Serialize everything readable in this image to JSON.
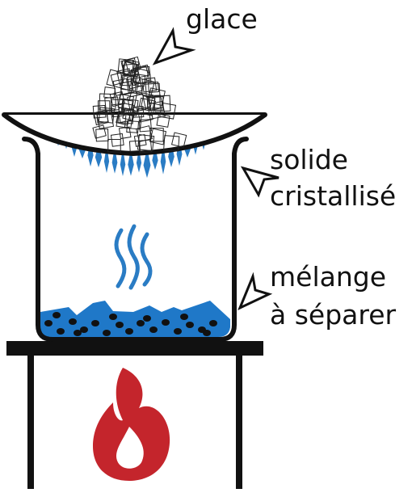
{
  "labels": {
    "ice": "glace",
    "solid_line1": "solide",
    "solid_line2": "cristallisé",
    "mixture_line1": "mélange",
    "mixture_line2": "à séparer"
  },
  "icons": {
    "pointer": "pointer-arrow-icon",
    "flame": "flame-icon",
    "vapor": "vapor-icon",
    "ice": "ice-cubes-icon"
  },
  "colors": {
    "outline": "#111111",
    "crystals": "#2a7cc4",
    "liquid": "#1f78c8",
    "particles": "#111111",
    "vapor": "#2a7cc4",
    "flame": "#c4252c",
    "background": "#ffffff"
  }
}
